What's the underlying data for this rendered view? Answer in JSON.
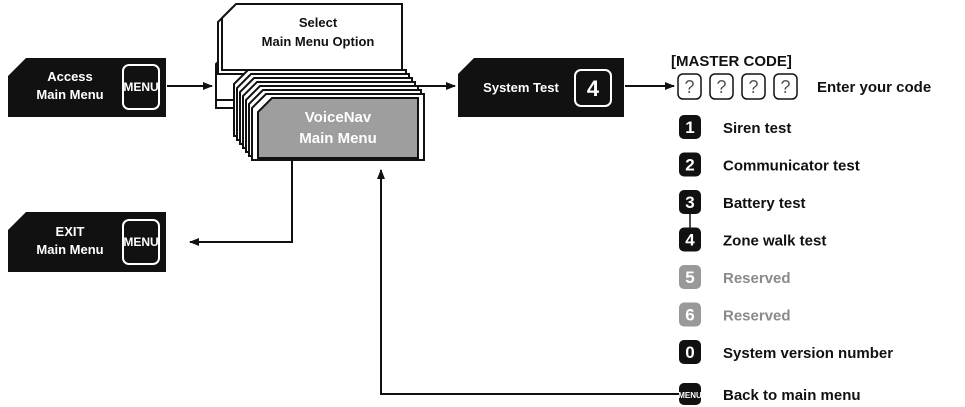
{
  "access_box": {
    "line1": "Access",
    "line2": "Main Menu",
    "key": "MENU"
  },
  "exit_box": {
    "line1": "EXIT",
    "line2": "Main Menu",
    "key": "MENU"
  },
  "select_card": {
    "line1": "Select",
    "line2": "Main Menu Option"
  },
  "voicenav_card": {
    "line1": "VoiceNav",
    "line2": "Main Menu"
  },
  "system_test_box": {
    "label": "System Test",
    "key": "4"
  },
  "master_code": {
    "label": "[MASTER CODE]",
    "digit_placeholder": "?",
    "prompt": "Enter your code"
  },
  "menu_options": [
    {
      "key": "1",
      "label": "Siren test",
      "enabled": true
    },
    {
      "key": "2",
      "label": "Communicator test",
      "enabled": true
    },
    {
      "key": "3",
      "label": "Battery test",
      "enabled": true
    },
    {
      "key": "4",
      "label": "Zone walk test",
      "enabled": true
    },
    {
      "key": "5",
      "label": "Reserved",
      "enabled": false
    },
    {
      "key": "6",
      "label": "Reserved",
      "enabled": false
    },
    {
      "key": "0",
      "label": "System version number",
      "enabled": true
    }
  ],
  "back_option": {
    "key": "MENU",
    "label": "Back to main menu"
  },
  "colors": {
    "dark": "#111111",
    "grey": "#999999",
    "grey_text": "#8a8a8a",
    "card_fill": "#9e9e9e"
  }
}
